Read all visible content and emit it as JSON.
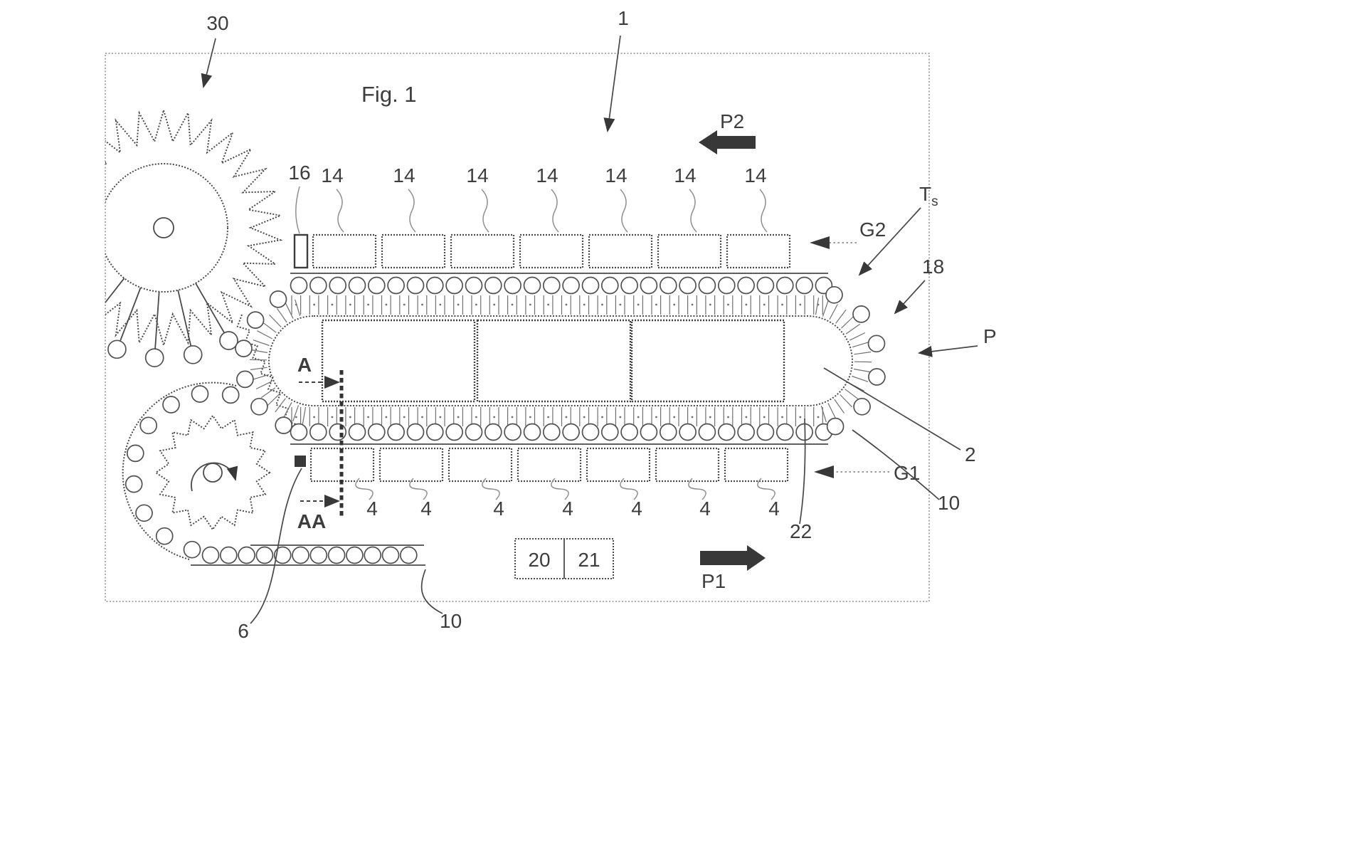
{
  "figure_title": "Fig. 1",
  "labels": {
    "toothed_wheel": "30",
    "apparatus": "1",
    "direction_p2": "P2",
    "holder_16": "16",
    "top_holder": "14",
    "gap_g2": "G2",
    "ts_base": "T",
    "ts_sub": "s",
    "wheel_18": "18",
    "direction_p": "P",
    "carrier_2": "2",
    "gap_g1": "G1",
    "chain_right_10": "10",
    "guide_22": "22",
    "bottom_holder": "4",
    "section_a": "A",
    "section_aa": "AA",
    "feeder_6": "6",
    "chain_bottom_10": "10",
    "legend_20": "20",
    "legend_21": "21",
    "direction_p1": "P1"
  },
  "counts": {
    "top_holders": 7,
    "bottom_holders": 7
  },
  "colors": {
    "line": "#4a4a4a",
    "dark": "#383838",
    "text": "#3d3d3d",
    "background": "#ffffff"
  }
}
